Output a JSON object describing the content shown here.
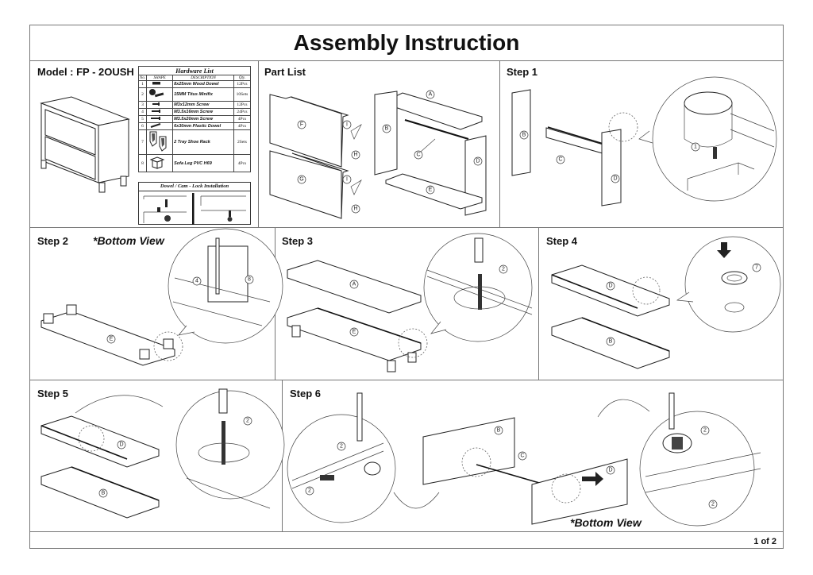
{
  "document": {
    "title": "Assembly Instruction",
    "page_indicator": "1 of 2"
  },
  "model": {
    "label": "Model : FP - 2OUSH"
  },
  "hardware_list": {
    "caption": "Hardware List",
    "columns": [
      "No.",
      "SHAPE",
      "DESCRIPTION",
      "Qty."
    ],
    "rows": [
      {
        "no": "1",
        "shape": "wood-dowel-icon",
        "description": "8x25mm Wood Dowel",
        "qty": "12Pcs"
      },
      {
        "no": "2",
        "shape": "minifix-icon",
        "description": "15MM Titus Minifix",
        "qty": "10Sets"
      },
      {
        "no": "3",
        "shape": "screw-icon",
        "description": "M3x12mm Screw",
        "qty": "12Pcs"
      },
      {
        "no": "4",
        "shape": "screw-icon",
        "description": "M3.5x16mm Screw",
        "qty": "24Pcs"
      },
      {
        "no": "5",
        "shape": "screw-icon",
        "description": "M3.5x20mm Screw",
        "qty": "4Pcs"
      },
      {
        "no": "6",
        "shape": "plastic-dowel-icon",
        "description": "6x30mm Plastic Dowel",
        "qty": "4Pcs"
      },
      {
        "no": "7",
        "shape": "shoe-rack-icon",
        "description": "2 Tray Shoe Rack",
        "qty": "2Sets"
      },
      {
        "no": "8",
        "shape": "sofa-leg-icon",
        "description": "Sofa Leg PVC H69",
        "qty": "4Pcs"
      }
    ]
  },
  "dowel_install": {
    "caption": "Dowel / Cam - Lock Installation"
  },
  "part_list": {
    "heading": "Part List",
    "parts": [
      "A",
      "B",
      "C",
      "D",
      "E",
      "F",
      "G",
      "H",
      "I"
    ]
  },
  "steps": [
    {
      "label": "Step 1",
      "note": "",
      "callouts": [
        "B",
        "C",
        "D",
        "1"
      ]
    },
    {
      "label": "Step 2",
      "note": "*Bottom View",
      "callouts": [
        "E",
        "4",
        "8"
      ]
    },
    {
      "label": "Step 3",
      "note": "",
      "callouts": [
        "A",
        "E",
        "2"
      ]
    },
    {
      "label": "Step 4",
      "note": "",
      "callouts": [
        "D",
        "B",
        "7"
      ]
    },
    {
      "label": "Step 5",
      "note": "",
      "callouts": [
        "D",
        "B",
        "2"
      ]
    },
    {
      "label": "Step 6",
      "note": "*Bottom View",
      "callouts": [
        "B",
        "C",
        "D",
        "2"
      ]
    }
  ]
}
